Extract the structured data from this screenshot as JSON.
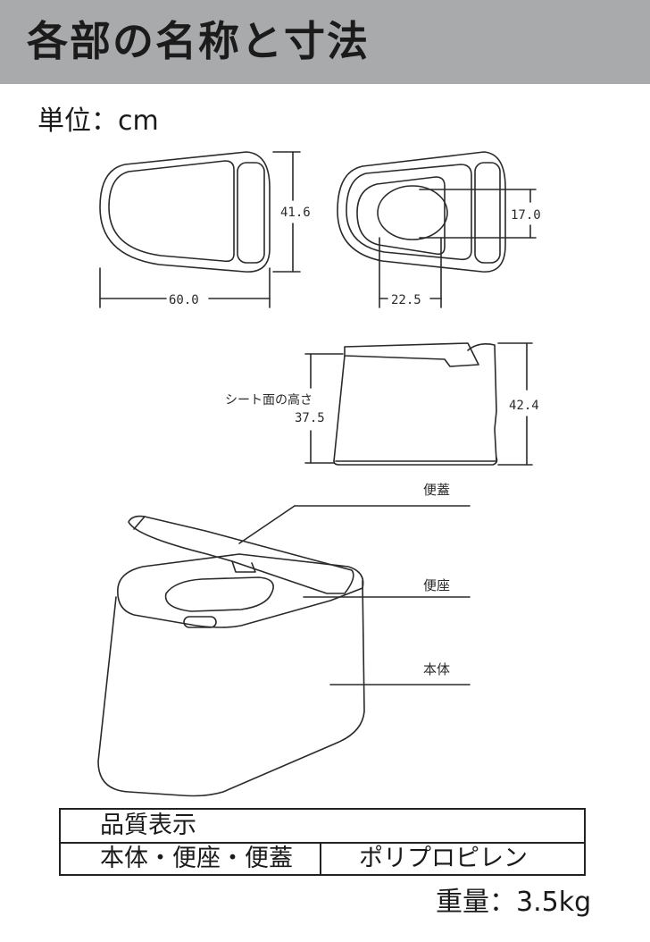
{
  "header": {
    "title": "各部の名称と寸法"
  },
  "unit": {
    "label": "単位：",
    "value": "cm"
  },
  "top_view": {
    "width_label": "60.0",
    "depth_label": "41.6"
  },
  "seat_view": {
    "opening_length_label": "17.0",
    "opening_width_label": "22.5"
  },
  "side_view": {
    "seat_height_caption": "シート面の高さ",
    "seat_height_value": "37.5",
    "total_height_label": "42.4"
  },
  "parts": {
    "lid": "便蓋",
    "seat": "便座",
    "body": "本体"
  },
  "spec_table": {
    "header": "品質表示",
    "row_label": "本体・便座・便蓋",
    "row_value": "ポリプロピレン"
  },
  "weight": {
    "label": "重量：",
    "value": "3.5kg"
  }
}
